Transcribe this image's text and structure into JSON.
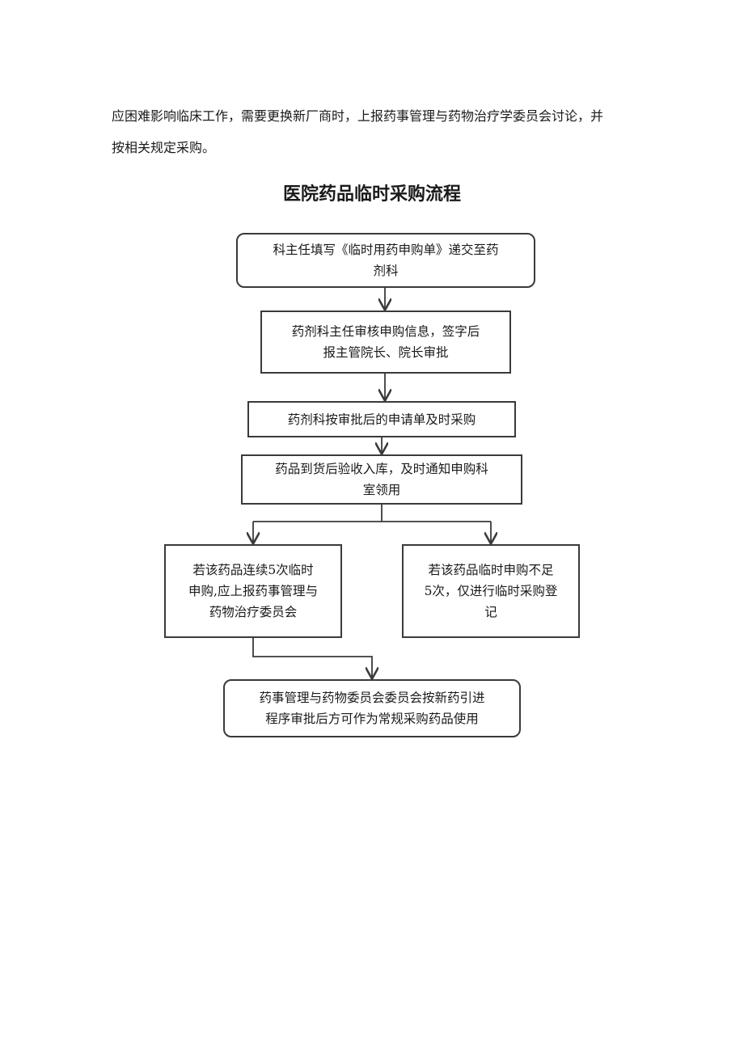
{
  "intro": {
    "line1": "应困难影响临床工作，需要更换新厂商时，上报药事管理与药物治疗学委员会讨论，并",
    "line2": "按相关规定采购。"
  },
  "title": "医院药品临时采购流程",
  "steps": {
    "step1": {
      "line1": "科主任填写《临时用药申购单》递交至药",
      "line2": "剂科"
    },
    "step2": {
      "line1": "药剂科主任审核申购信息，签字后",
      "line2": "报主管院长、院长审批"
    },
    "step3": {
      "line1": "药剂科按审批后的申请单及时采购"
    },
    "step4": {
      "line1": "药品到货后验收入库，及时通知申购科",
      "line2": "室领用"
    },
    "branch_left": {
      "line1": "若该药品连续5次临时",
      "line2": "申购,应上报药事管理与",
      "line3": "药物治疗委员会"
    },
    "branch_right": {
      "line1": "若该药品临时申购不足",
      "line2": "5次，仅进行临时采购登",
      "line3": "记"
    },
    "final": {
      "line1": "药事管理与药物委员会委员会按新药引进",
      "line2": "程序审批后方可作为常规采购药品使用"
    }
  },
  "colors": {
    "stroke": "#3a3a3a",
    "text": "#1a1a1a",
    "background": "#ffffff"
  }
}
